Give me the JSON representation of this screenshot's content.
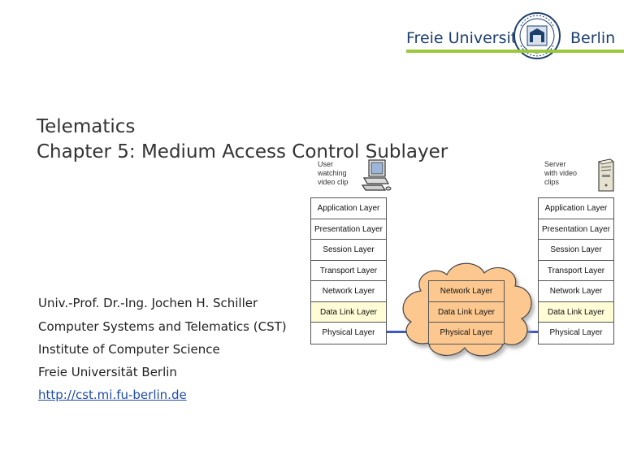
{
  "header": {
    "logo_left": "Freie Universität",
    "logo_right": "Berlin"
  },
  "title": {
    "line1": "Telematics",
    "line2": "Chapter 5: Medium Access Control Sublayer"
  },
  "author": {
    "name": "Univ.-Prof. Dr.-Ing. Jochen H. Schiller",
    "group": "Computer Systems and Telematics (CST)",
    "institute": "Institute of Computer Science",
    "university": "Freie Universität Berlin",
    "url": "http://cst.mi.fu-berlin.de"
  },
  "diagram": {
    "user_caption": [
      "User",
      "watching",
      "video clip"
    ],
    "server_caption": [
      "Server",
      "with video",
      "clips"
    ],
    "user_stack": [
      "Application Layer",
      "Presentation Layer",
      "Session Layer",
      "Transport Layer",
      "Network Layer",
      "Data Link Layer",
      "Physical Layer"
    ],
    "server_stack": [
      "Application Layer",
      "Presentation Layer",
      "Session Layer",
      "Transport Layer",
      "Network Layer",
      "Data Link Layer",
      "Physical Layer"
    ],
    "cloud_stack": [
      "Network Layer",
      "Data Link Layer",
      "Physical Layer"
    ],
    "highlight_layer": "Data Link Layer",
    "colors": {
      "highlight": "#fffcd6",
      "cloud_fill": "#fcc890",
      "link": "#3c57c7",
      "logo_green": "#99c93a",
      "logo_blue": "#1c3f6e"
    }
  }
}
